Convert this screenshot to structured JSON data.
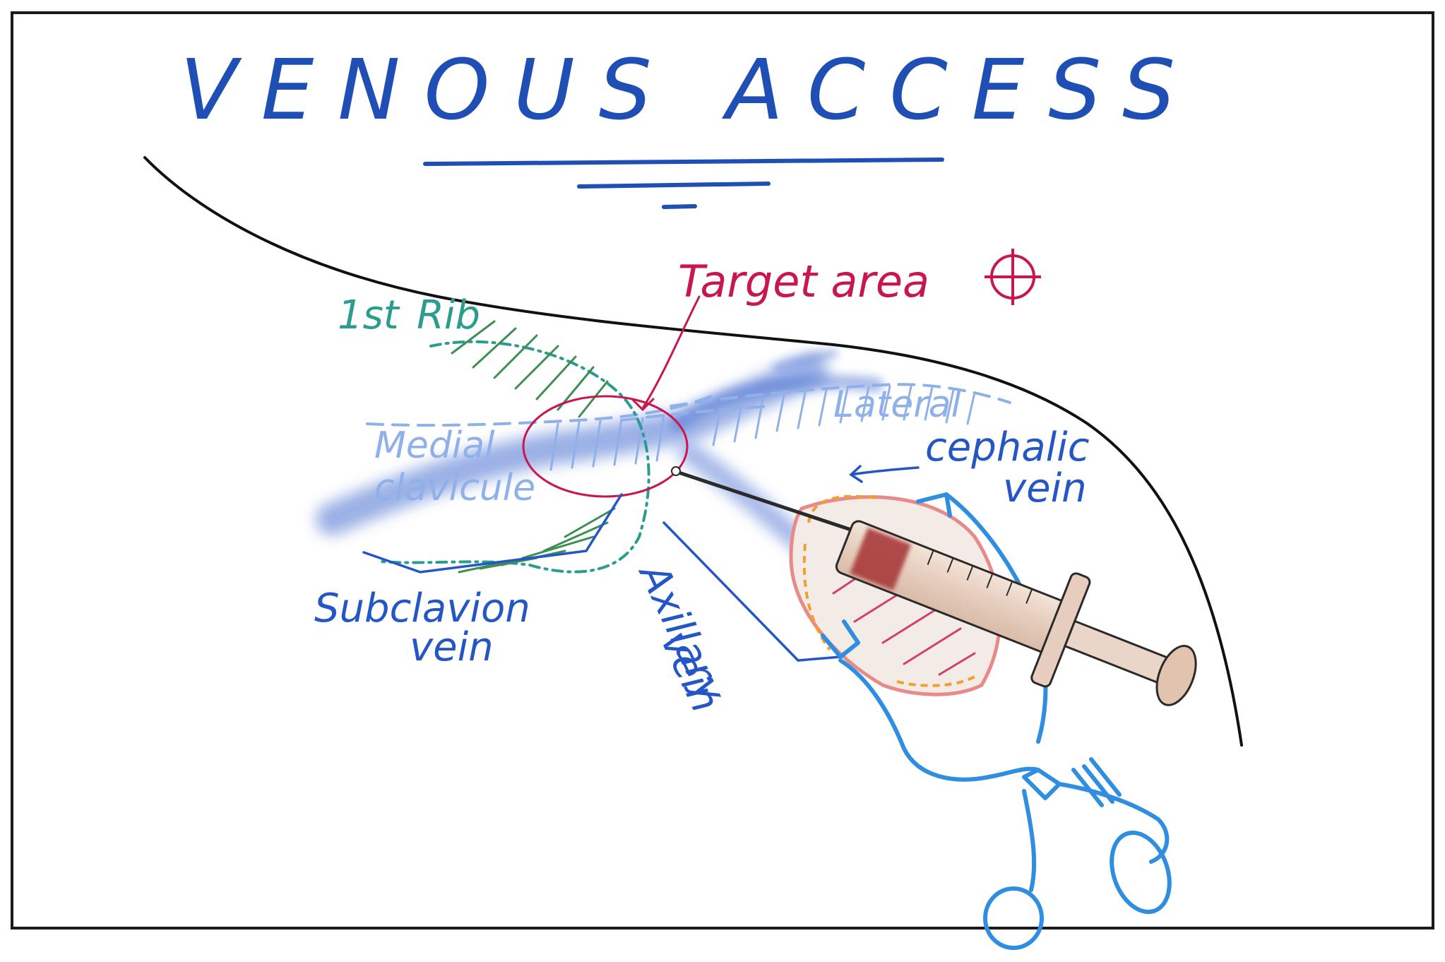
{
  "title": "VENOUS ACCESS",
  "labels": {
    "target_area": "Target area",
    "first_rib": "1st",
    "first_rib_word": "Rib",
    "medial_clavicle_1": "Medial",
    "medial_clavicle_2": "clavicule",
    "lateral": "Lateral",
    "cephalic_1": "cephalic",
    "cephalic_2": "vein",
    "subclavian_1": "Subclavion",
    "subclavian_2": "vein",
    "axillary_1": "Axillary",
    "axillary_2": "vein"
  },
  "colors": {
    "ink_blue": "#2457c5",
    "title_blue": "#1f4fb5",
    "target_red": "#c8164f",
    "rib_teal": "#2a9d8f",
    "clavicle_light_blue": "#8fb0e8",
    "vein_blue": "#4a6fd0",
    "instrument_blue": "#2f8ee0",
    "syringe_beige": "#e8d2c2",
    "blood_red": "#a83a3a",
    "incision_pink": "#e88a8a",
    "fat_orange": "#f0a030"
  },
  "icons": [
    "crosshair-icon",
    "syringe-icon",
    "retractor-icon"
  ]
}
